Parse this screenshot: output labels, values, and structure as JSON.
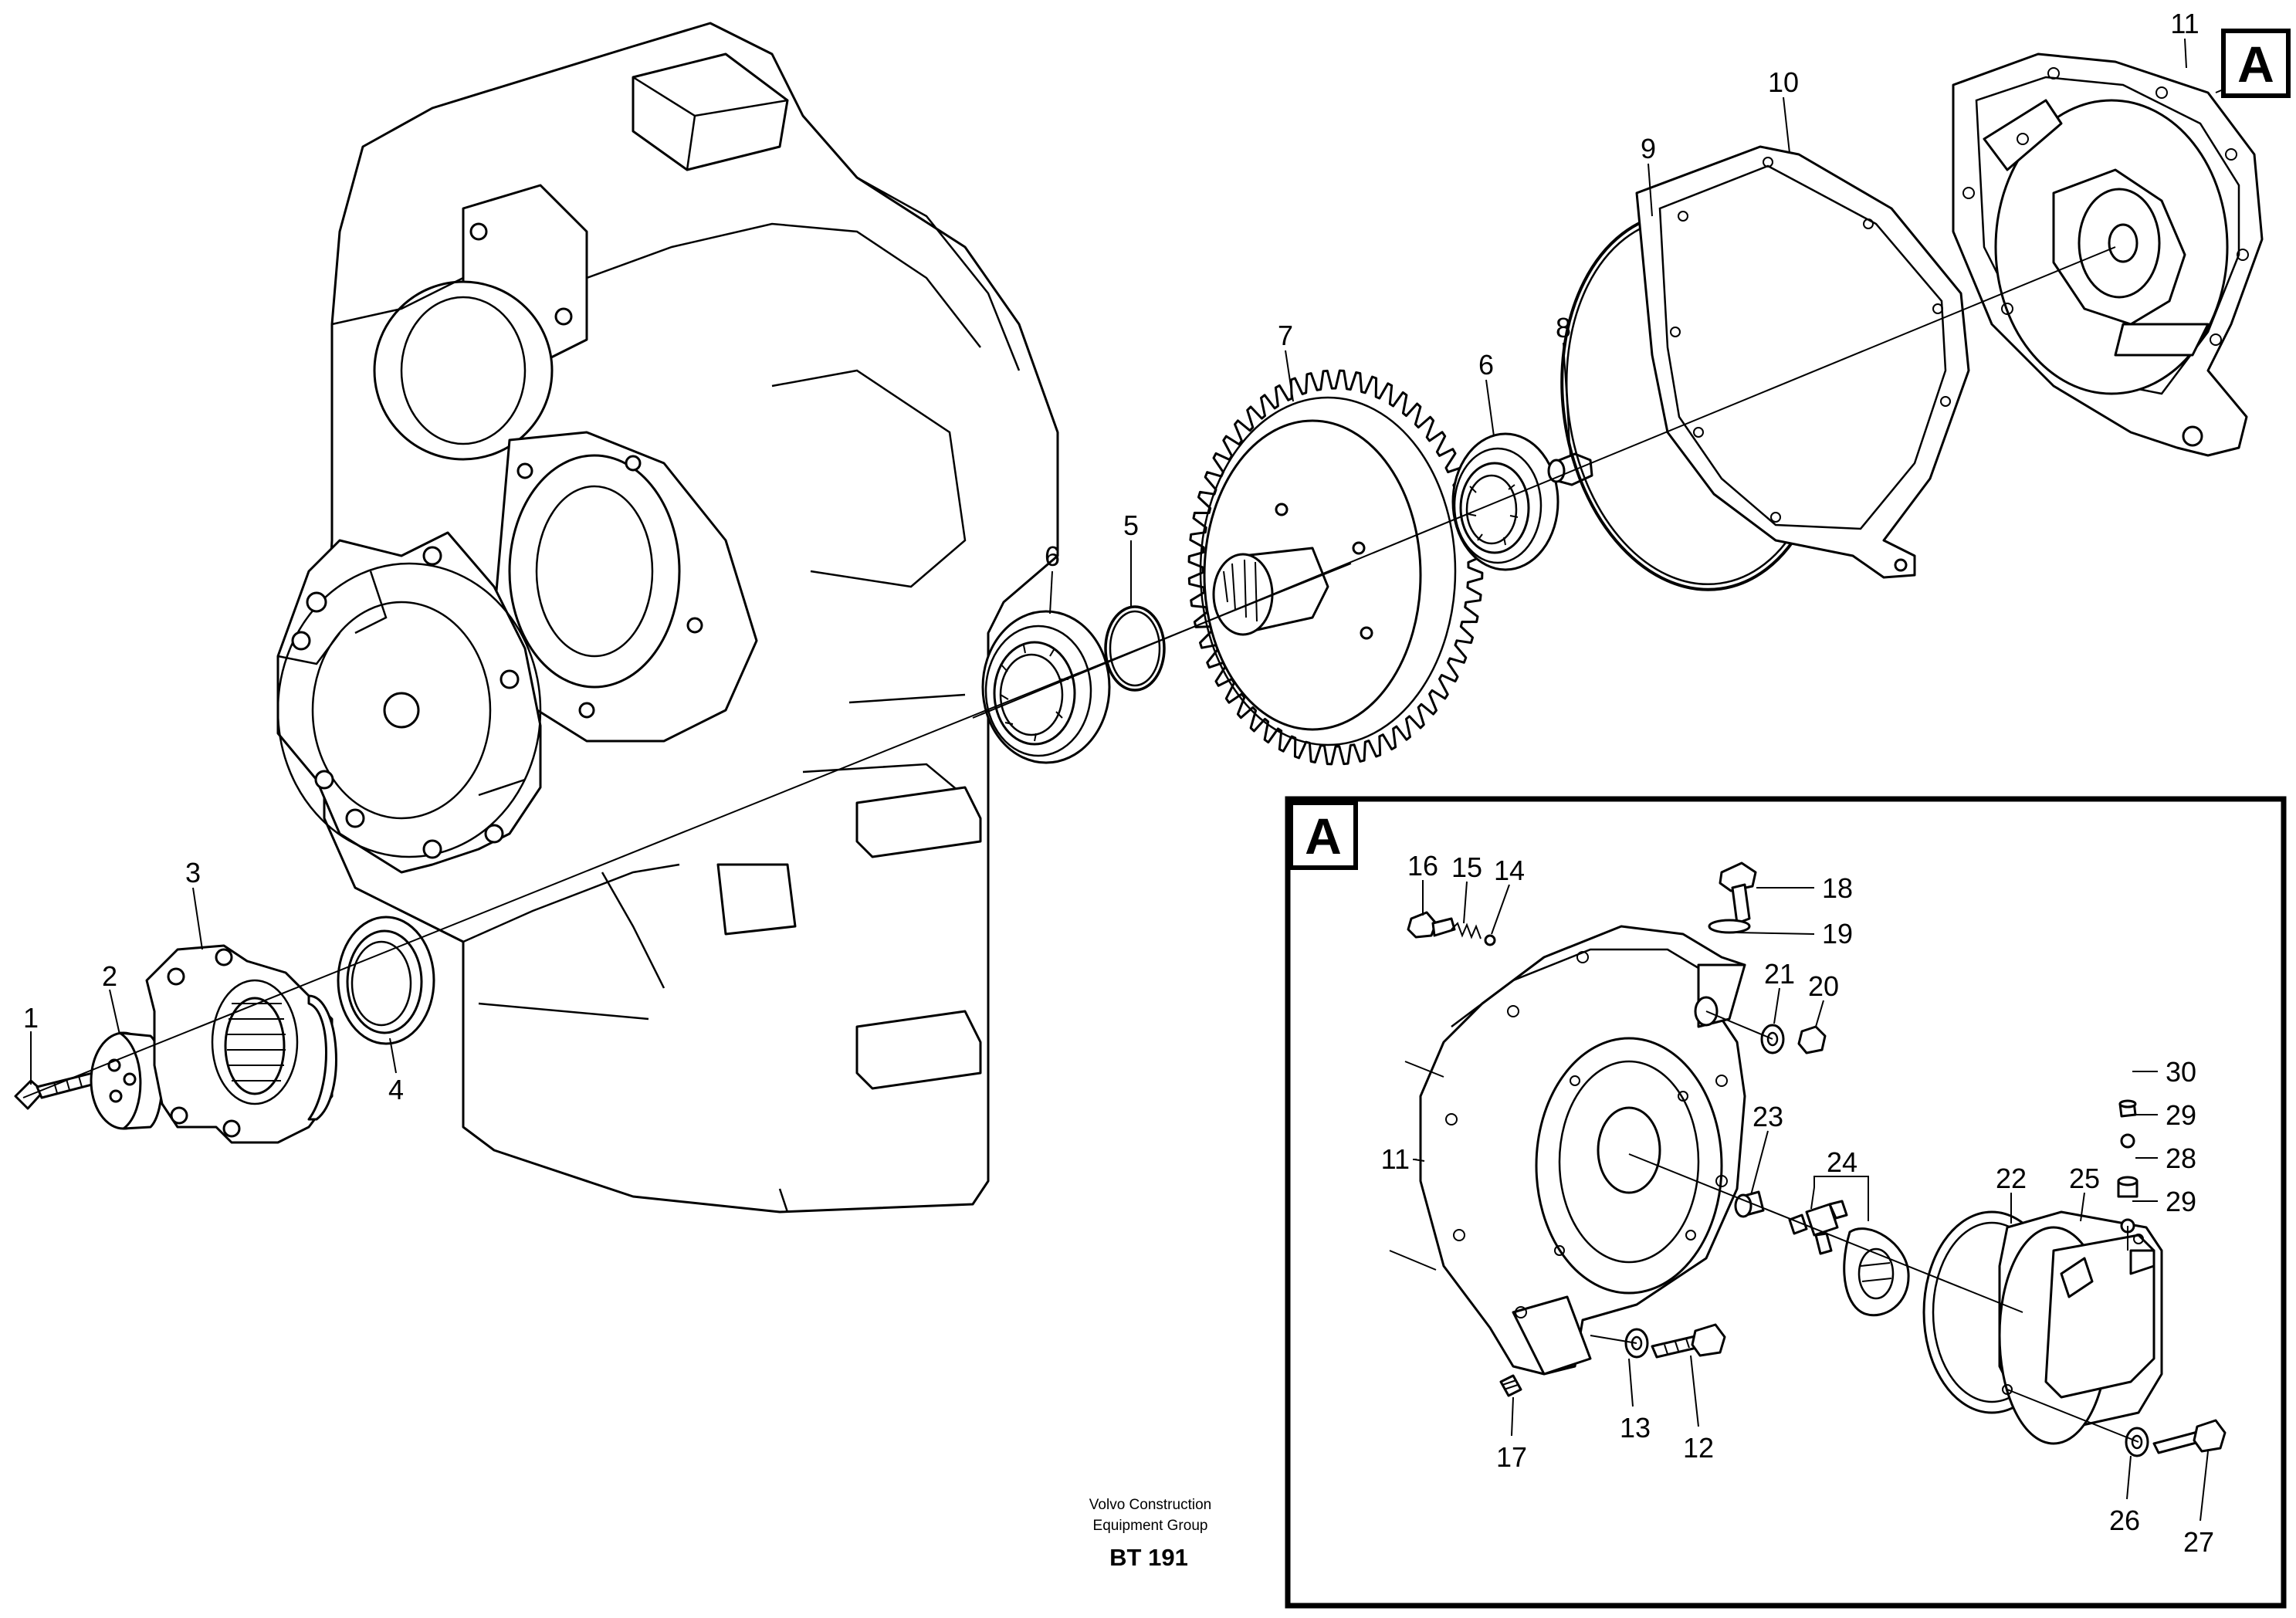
{
  "labels": {
    "l1": "1",
    "l2": "2",
    "l3": "3",
    "l4": "4",
    "l5": "5",
    "l6a": "6",
    "l6b": "6",
    "l7": "7",
    "l8": "8",
    "l9": "9",
    "l10": "10",
    "l11a": "11",
    "l11b": "11",
    "l12": "12",
    "l13": "13",
    "l14": "14",
    "l15": "15",
    "l16": "16",
    "l17": "17",
    "l18": "18",
    "l19": "19",
    "l20": "20",
    "l21": "21",
    "l22": "22",
    "l23": "23",
    "l24": "24",
    "l25": "25",
    "l26": "26",
    "l27": "27",
    "l28": "28",
    "l29a": "29",
    "l29b": "29",
    "l30": "30"
  },
  "detail": {
    "marker": "A",
    "inset_marker": "A"
  },
  "footer": {
    "company_line1": "Volvo Construction",
    "company_line2": "Equipment Group",
    "code": "BT 191"
  }
}
